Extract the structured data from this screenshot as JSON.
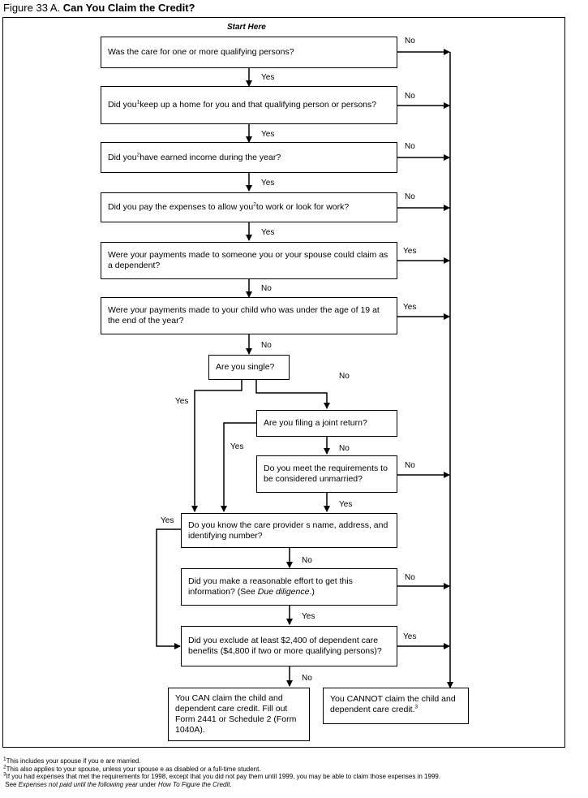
{
  "figure": {
    "number": "Figure 33 A.",
    "title": "Can You Claim the Credit?"
  },
  "start_label": "Start Here",
  "questions": {
    "q1": "Was the care for one or more qualifying persons?",
    "q2a": "Did you",
    "q2b": "keep up a home for you and that qualifying person or persons?",
    "q3a": "Did you",
    "q3b": "have earned income during the year?",
    "q4a": "Did you pay the expenses to allow you",
    "q4b": "to work or look for work?",
    "q5": "Were your payments made to someone you or your spouse could claim as a dependent?",
    "q6": "Were your payments made to your child who was under the age of 19 at the end of the year?",
    "q7": "Are you single?",
    "q8": "Are you filing a joint return?",
    "q9": "Do you meet the requirements to be considered unmarried?",
    "q10": "Do you know the care provider   s name, address, and identifying number?",
    "q11a": "Did you make a reasonable effort to get this information? (See ",
    "q11b": "Due diligence",
    "q11c": ".)",
    "q12": "Did you exclude at least $2,400 of dependent care benefits ($4,800 if two or more qualifying persons)?"
  },
  "results": {
    "can": "You CAN claim the child and dependent care credit. Fill out Form 2441 or Schedule 2 (Form 1040A).",
    "cannot": "You CANNOT claim the child and dependent care credit."
  },
  "sup": {
    "one": "1",
    "two": "2",
    "three": "3"
  },
  "labels": {
    "yes": "Yes",
    "no": "No"
  },
  "footnotes": {
    "f1": "This includes your spouse if you   e are married.",
    "f2": "This also applies to your spouse, unless your spouse   e as disabled or a full-time student.",
    "f3": "If you had expenses that met the requirements for 1998, except that you did not pay them until 1999, you may be able to claim those expenses in 1999.",
    "f3b_pre": "See ",
    "f3b_em1": "Expenses not paid until the following year",
    "f3b_mid": " under ",
    "f3b_em2": "How To Figure the Credit",
    "f3b_post": "."
  }
}
